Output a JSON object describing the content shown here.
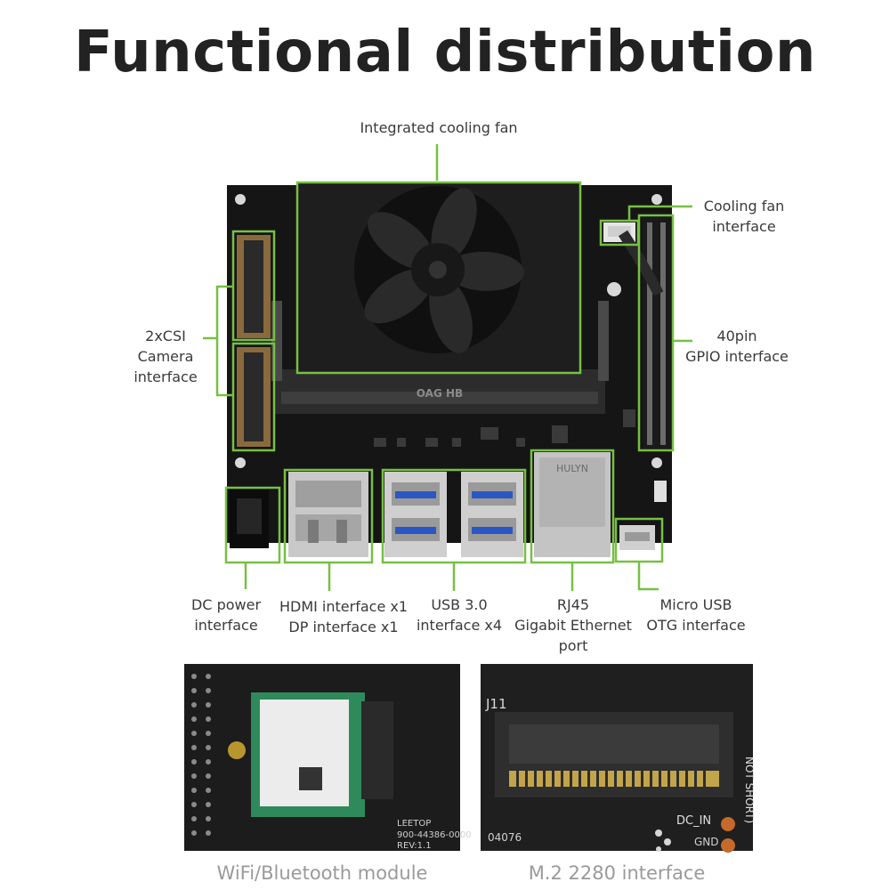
{
  "title": "Functional distribution",
  "colors": {
    "accent": "#77c043",
    "board": "#151515",
    "fan": "#1e1e1e",
    "metal": "#c9c9c9",
    "usb_blue": "#2b57c4"
  },
  "labels": {
    "cooling_fan": "Integrated cooling fan",
    "fan_interface": "Cooling fan\ninterface",
    "csi": "2xCSI\nCamera\ninterface",
    "gpio": "40pin\nGPIO interface",
    "dc_power": "DC power\ninterface",
    "hdmi_dp": "HDMI interface x1\nDP interface x1",
    "usb": "USB 3.0\ninterface x4",
    "rj45": "RJ45\nGigabit Ethernet\nport",
    "micro_usb": "Micro USB\nOTG interface"
  },
  "board_marks": {
    "heatsink": "OAG HB",
    "rj45_brand": "HULYN",
    "wifi_silk_1": "LEETOP",
    "wifi_silk_2": "900-44386-0000",
    "wifi_silk_3": "REV:1.1",
    "m2_ref": "J11",
    "m2_dcin": "DC_IN",
    "m2_num": "04076",
    "m2_short": "NOT SHORT)",
    "m2_gnd": "GND"
  },
  "captions": {
    "wifi": "WiFi/Bluetooth module",
    "m2": "M.2 2280 interface"
  }
}
